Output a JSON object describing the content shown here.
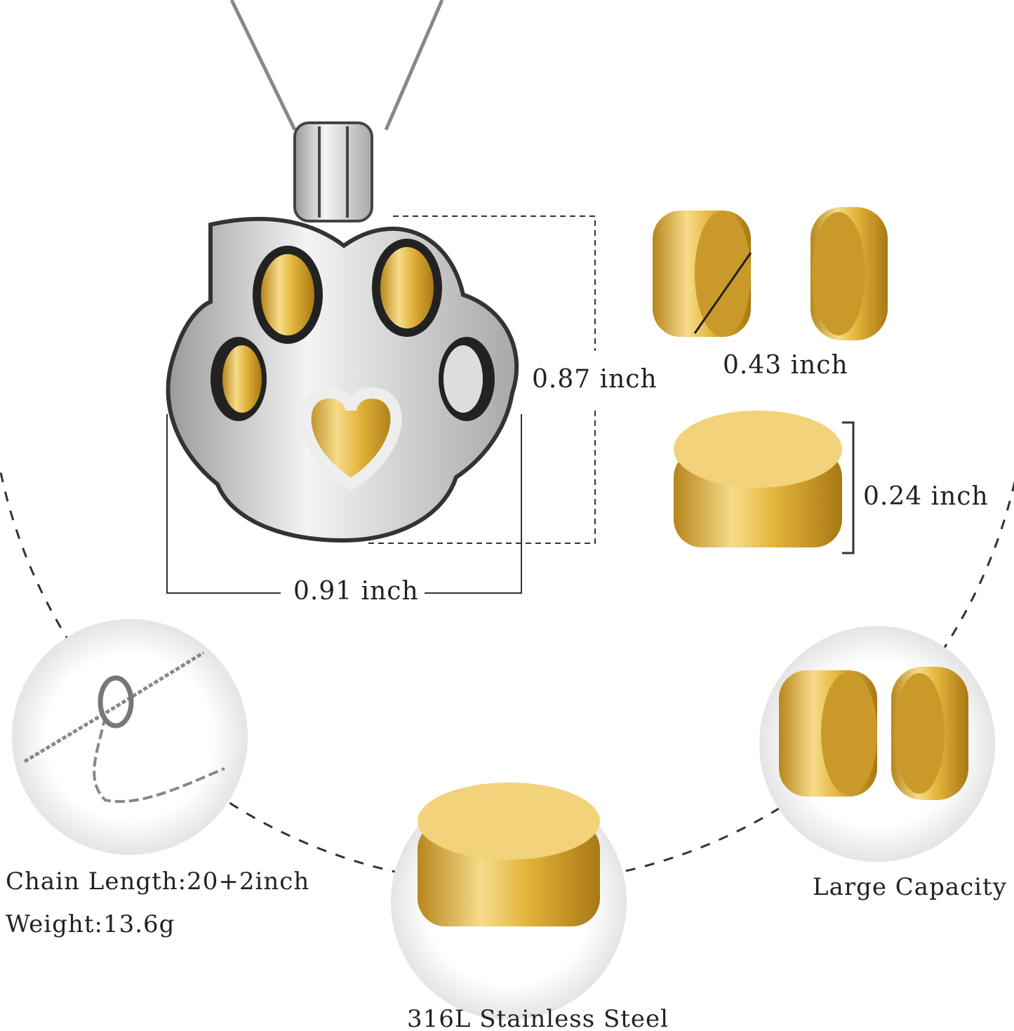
{
  "dimensions": {
    "height": "0.87 inch",
    "width": "0.91 inch",
    "capsule_diameter": "0.43 inch",
    "capsule_height": "0.24 inch"
  },
  "features": {
    "chain": "Chain Length:20+2inch",
    "weight": "Weight:13.6g",
    "capacity": "Large Capacity",
    "material": "316L Stainless Steel"
  },
  "colors": {
    "gold": "#e2b43a",
    "silver": "#d8d8d8",
    "dash": "#333333"
  }
}
